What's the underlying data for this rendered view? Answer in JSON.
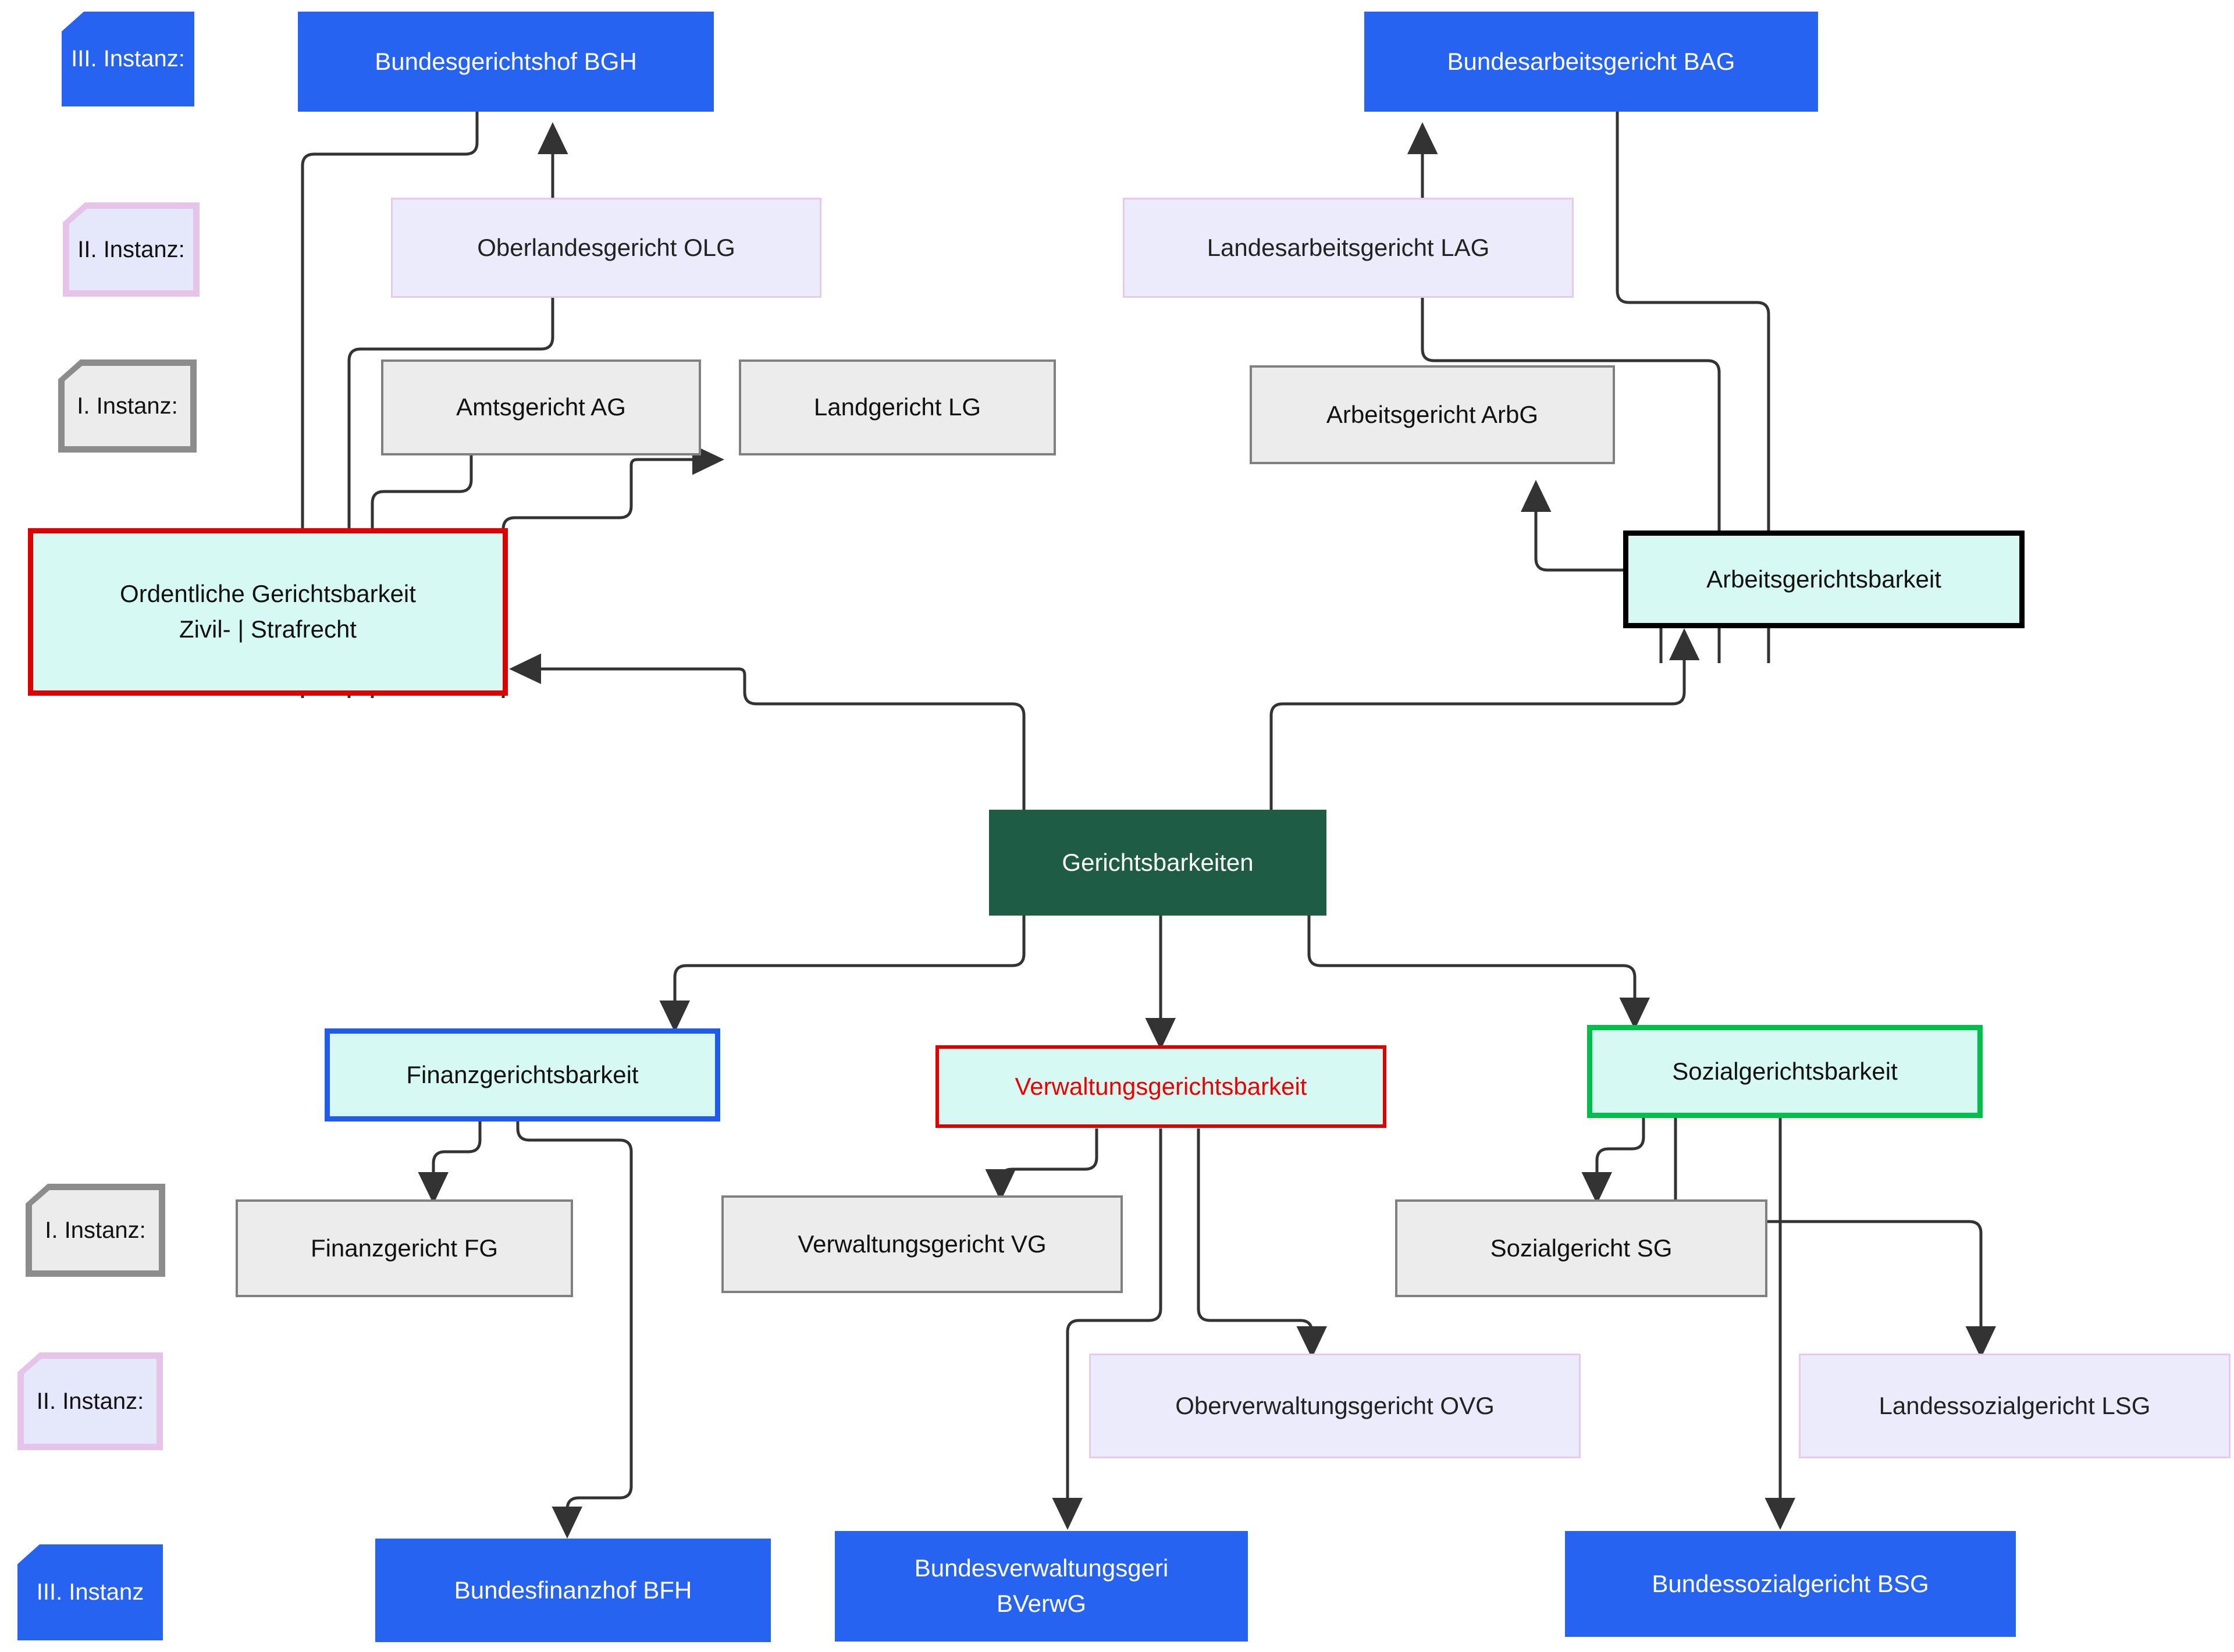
{
  "diagram": {
    "title": "Gerichtsbarkeiten",
    "colors": {
      "federal_blue": "#2563f0",
      "appeal_lilac": "#ecebfb",
      "appeal_lilac_border": "#e9c9ea",
      "first_instance_grey": "#ececec",
      "first_instance_grey_border": "#808080",
      "branch_mint": "#d6faf3",
      "ordinary_red": "#e00000",
      "labour_black": "#000000",
      "finance_blue": "#1f5bf0",
      "admin_red": "#ee0000",
      "social_green": "#00c04a",
      "root_green": "#1f5c46",
      "edge_stroke": "#333333"
    }
  },
  "legend": {
    "items": [
      {
        "id": "legend-instanz-3-top",
        "label": "III. Instanz:",
        "style": "blue"
      },
      {
        "id": "legend-instanz-2-top",
        "label": "II. Instanz:",
        "style": "lilac"
      },
      {
        "id": "legend-instanz-1-top",
        "label": "I. Instanz:",
        "style": "grey"
      },
      {
        "id": "legend-instanz-1-bottom",
        "label": "I. Instanz:",
        "style": "grey"
      },
      {
        "id": "legend-instanz-2-bottom",
        "label": "II. Instanz:",
        "style": "lilac"
      },
      {
        "id": "legend-instanz-3-bottom",
        "label": "III. Instanz",
        "style": "blue"
      }
    ]
  },
  "nodes": {
    "root": {
      "label": "Gerichtsbarkeiten"
    },
    "ordinary": {
      "line1": "Ordentliche Gerichtsbarkeit",
      "line2": "Zivil- | Strafrecht"
    },
    "labour_branch": {
      "label": "Arbeitsgerichtsbarkeit"
    },
    "finance_branch": {
      "label": "Finanzgerichtsbarkeit"
    },
    "admin_branch": {
      "label": "Verwaltungsgerichtsbarkeit"
    },
    "social_branch": {
      "label": "Sozialgerichtsbarkeit"
    },
    "bgh": {
      "label": "Bundesgerichtshof BGH"
    },
    "bag": {
      "label": "Bundesarbeitsgericht BAG"
    },
    "bfh": {
      "label": "Bundesfinanzhof BFH"
    },
    "bverwg": {
      "line1": "Bundesverwaltungsgeri",
      "line2": "BVerwG"
    },
    "bsg": {
      "label": "Bundessozialgericht BSG"
    },
    "olg": {
      "label": "Oberlandesgericht OLG"
    },
    "lag": {
      "label": "Landesarbeitsgericht LAG"
    },
    "ovg": {
      "label": "Oberverwaltungsgericht OVG"
    },
    "lsg": {
      "label": "Landessozialgericht LSG"
    },
    "ag": {
      "label": "Amtsgericht AG"
    },
    "lg": {
      "label": "Landgericht LG"
    },
    "arbg": {
      "label": "Arbeitsgericht ArbG"
    },
    "fg": {
      "label": "Finanzgericht FG"
    },
    "vg": {
      "label": "Verwaltungsgericht VG"
    },
    "sg": {
      "label": "Sozialgericht SG"
    }
  },
  "edges": [
    {
      "from": "root",
      "to": "ordinary"
    },
    {
      "from": "root",
      "to": "labour_branch"
    },
    {
      "from": "root",
      "to": "finance_branch"
    },
    {
      "from": "root",
      "to": "admin_branch"
    },
    {
      "from": "root",
      "to": "social_branch"
    },
    {
      "from": "ordinary",
      "to": "ag"
    },
    {
      "from": "ordinary",
      "to": "lg"
    },
    {
      "from": "ordinary",
      "to": "olg"
    },
    {
      "from": "ordinary",
      "to": "bgh"
    },
    {
      "from": "labour_branch",
      "to": "arbg"
    },
    {
      "from": "labour_branch",
      "to": "lag"
    },
    {
      "from": "labour_branch",
      "to": "bag"
    },
    {
      "from": "finance_branch",
      "to": "fg"
    },
    {
      "from": "finance_branch",
      "to": "bfh"
    },
    {
      "from": "admin_branch",
      "to": "vg"
    },
    {
      "from": "admin_branch",
      "to": "ovg"
    },
    {
      "from": "admin_branch",
      "to": "bverwg"
    },
    {
      "from": "social_branch",
      "to": "sg"
    },
    {
      "from": "social_branch",
      "to": "lsg"
    },
    {
      "from": "social_branch",
      "to": "bsg"
    }
  ]
}
